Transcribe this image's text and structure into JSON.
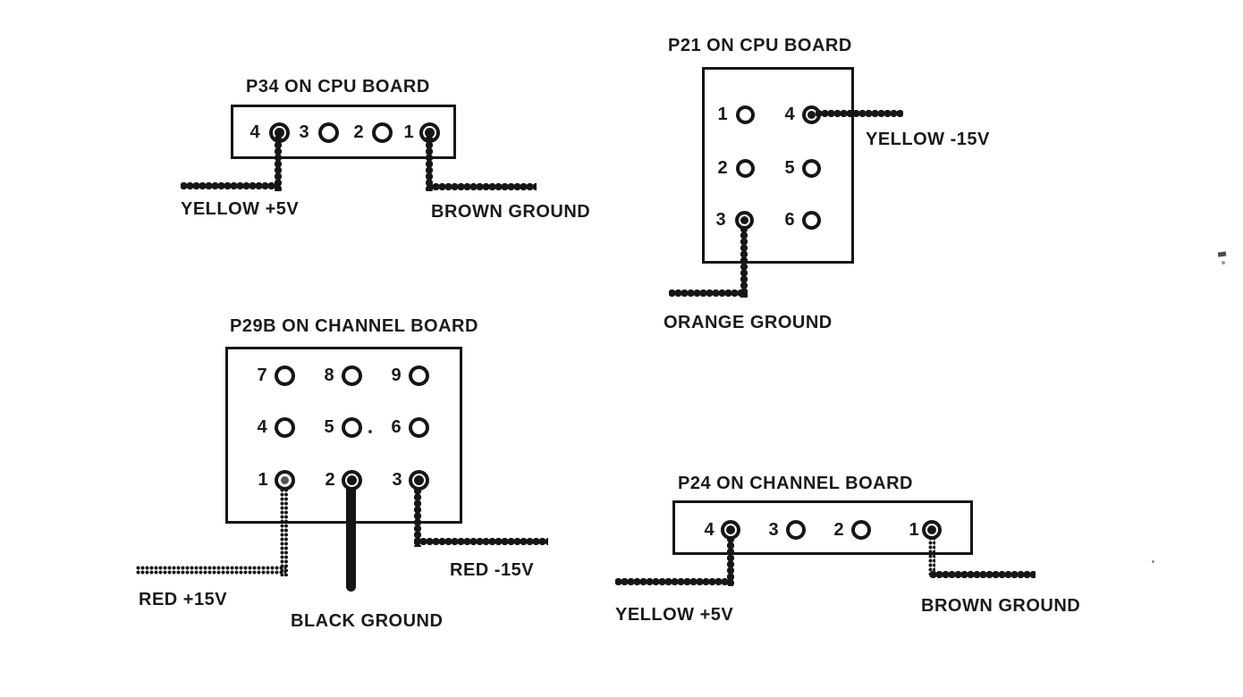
{
  "page": {
    "background": "#ffffff",
    "ink_color": "#1a1a1a",
    "type": "connector-pinout-wiring-diagram"
  },
  "diagram": {
    "connectors": [
      {
        "id": "P34",
        "title": "P34 ON CPU BOARD",
        "pins": [
          "4",
          "3",
          "2",
          "1"
        ],
        "wires": [
          {
            "pin": "4",
            "label": "YELLOW +5V",
            "style": "beaded"
          },
          {
            "pin": "1",
            "label": "BROWN GROUND",
            "style": "beaded"
          }
        ]
      },
      {
        "id": "P21",
        "title": "P21 ON CPU BOARD",
        "pins": [
          "1",
          "2",
          "3",
          "4",
          "5",
          "6"
        ],
        "wires": [
          {
            "pin": "4",
            "label": "YELLOW -15V",
            "style": "beaded"
          },
          {
            "pin": "3",
            "label": "ORANGE GROUND",
            "style": "beaded"
          }
        ]
      },
      {
        "id": "P29B",
        "title": "P29B ON CHANNEL BOARD",
        "pins": [
          "7",
          "8",
          "9",
          "4",
          "5",
          "6",
          "1",
          "2",
          "3"
        ],
        "wires": [
          {
            "pin": "1",
            "label": "RED +15V",
            "style": "fine-dotted"
          },
          {
            "pin": "2",
            "label": "BLACK GROUND",
            "style": "solid"
          },
          {
            "pin": "3",
            "label": "RED -15V",
            "style": "beaded"
          }
        ]
      },
      {
        "id": "P24",
        "title": "P24 ON CHANNEL BOARD",
        "pins": [
          "4",
          "3",
          "2",
          "1"
        ],
        "wires": [
          {
            "pin": "4",
            "label": "YELLOW +5V",
            "style": "beaded"
          },
          {
            "pin": "1",
            "label": "BROWN GROUND",
            "style": "beaded"
          }
        ]
      }
    ]
  }
}
